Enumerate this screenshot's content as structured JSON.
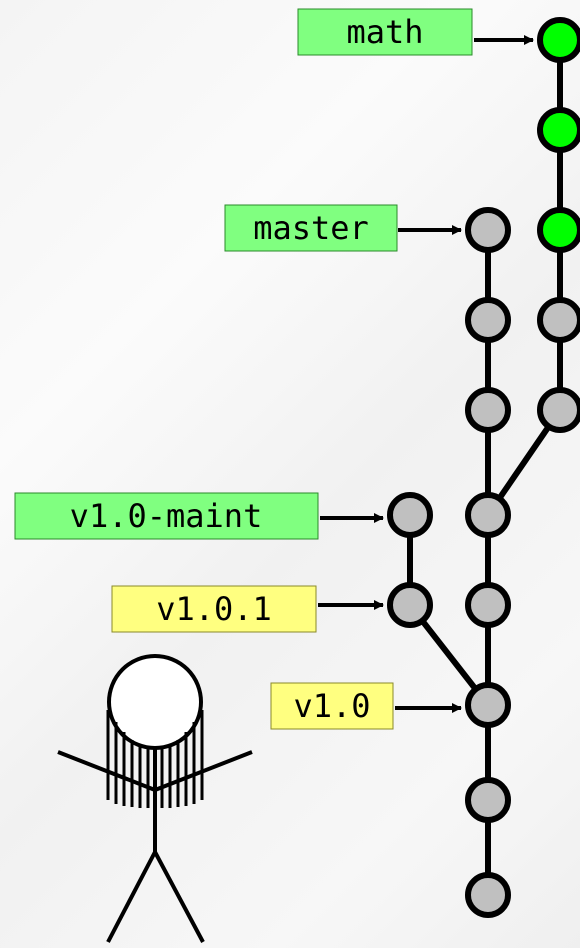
{
  "labels": {
    "math": "math",
    "master": "master",
    "v1_0_maint": "v1.0-maint",
    "v1_0_1": "v1.0.1",
    "v1_0": "v1.0"
  },
  "colors": {
    "branch_label": "#80ff80",
    "tag_label": "#ffff80",
    "commit_default": "#c0c0c0",
    "commit_active": "#00ff00",
    "stroke": "#000000"
  }
}
